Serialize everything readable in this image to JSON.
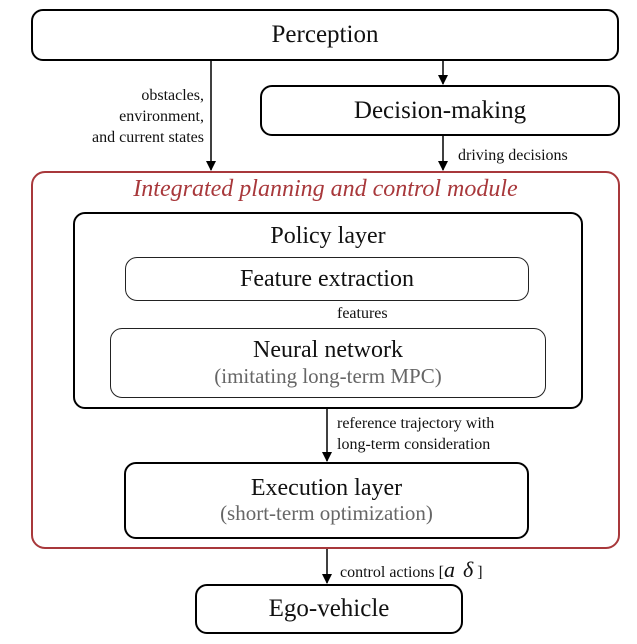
{
  "nodes": {
    "perception": "Perception",
    "decision_making": "Decision-making",
    "module_title": "Integrated planning and control module",
    "policy_layer": "Policy layer",
    "feature_extraction": "Feature extraction",
    "neural_network": "Neural network",
    "neural_network_sub": "(imitating long-term MPC)",
    "execution_layer": "Execution layer",
    "execution_layer_sub": "(short-term optimization)",
    "ego_vehicle": "Ego-vehicle"
  },
  "edges": {
    "obstacles_line1": "obstacles,",
    "obstacles_line2": "environment,",
    "obstacles_line3": "and current states",
    "driving_decisions": "driving decisions",
    "features": "features",
    "reference_line1": "reference trajectory with",
    "reference_line2": "long-term consideration",
    "control_actions_prefix": "control actions [",
    "control_a": "a",
    "control_delta": "δ",
    "control_suffix": "]"
  },
  "colors": {
    "module_accent": "#a8383b"
  }
}
